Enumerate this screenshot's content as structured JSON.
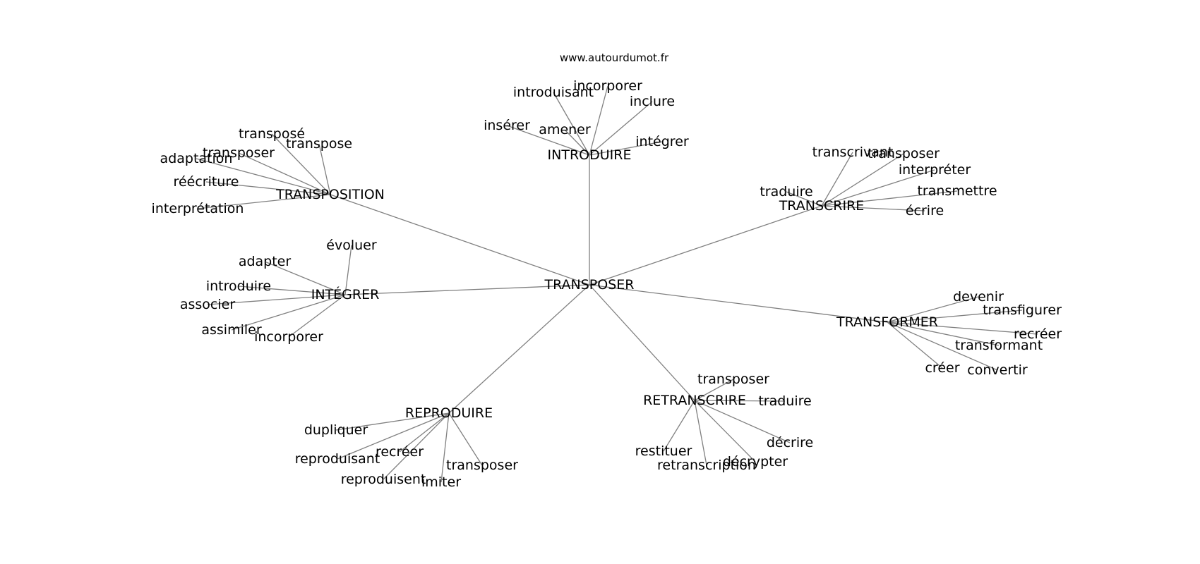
{
  "source": "www.autourdumot.fr",
  "root": "TRANSPOSER",
  "hubs": [
    {
      "id": "introduire",
      "label": "INTRODUIRE",
      "words": [
        "insérer",
        "amener",
        "introduisant",
        "incorporer",
        "inclure",
        "intégrer"
      ]
    },
    {
      "id": "transposition",
      "label": "TRANSPOSITION",
      "words": [
        "transposé",
        "transpose",
        "transposer",
        "adaptation",
        "réécriture",
        "interprétation"
      ]
    },
    {
      "id": "transcrire",
      "label": "TRANSCRIRE",
      "words": [
        "transcrivant",
        "transposer",
        "interpréter",
        "traduire",
        "transmettre",
        "écrire"
      ]
    },
    {
      "id": "integrer",
      "label": "INTÉGRER",
      "words": [
        "évoluer",
        "adapter",
        "introduire",
        "associer",
        "assimiler",
        "incorporer"
      ]
    },
    {
      "id": "transformer",
      "label": "TRANSFORMER",
      "words": [
        "devenir",
        "transfigurer",
        "recréer",
        "transformant",
        "créer",
        "convertir"
      ]
    },
    {
      "id": "retranscrire",
      "label": "RETRANSCRIRE",
      "words": [
        "transposer",
        "traduire",
        "décrire",
        "décrypter",
        "restituer",
        "retranscription"
      ]
    },
    {
      "id": "reproduire",
      "label": "REPRODUIRE",
      "words": [
        "dupliquer",
        "reproduisant",
        "recréer",
        "reproduisent",
        "imiter",
        "transposer"
      ]
    }
  ]
}
